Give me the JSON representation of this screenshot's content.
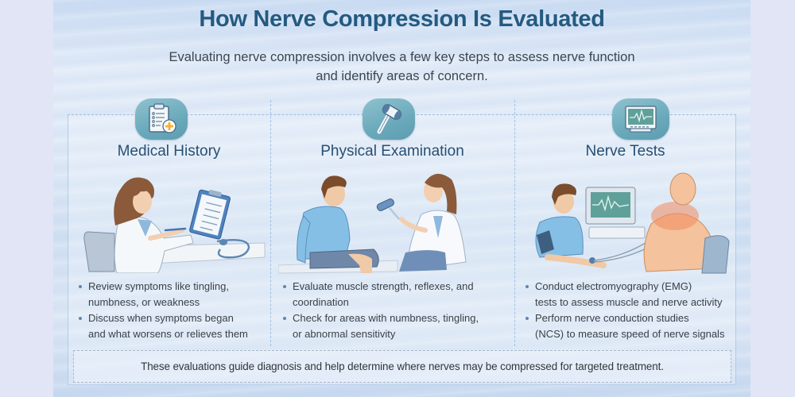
{
  "header": {
    "title": "How Nerve Compression Is Evaluated",
    "subtitle_line1": "Evaluating nerve compression involves a few key steps to assess nerve function",
    "subtitle_line2": "and identify areas of concern."
  },
  "columns": [
    {
      "title": "Medical History",
      "icon": "clipboard-plus-icon",
      "illustration": "doctor-reviewing-clipboard",
      "bullets": [
        {
          "line1": "Review symptoms like tingling,",
          "line2": "numbness, or weakness"
        },
        {
          "line1": "Discuss when symptoms began",
          "line2": "and what worsens or relieves them"
        }
      ]
    },
    {
      "title": "Physical Examination",
      "icon": "reflex-hammer-icon",
      "illustration": "doctor-testing-reflexes",
      "bullets": [
        {
          "line1": "Evaluate muscle strength, reflexes, and",
          "line2": "coordination"
        },
        {
          "line1": "Check for areas with numbness, tingling,",
          "line2": "or abnormal sensitivity"
        }
      ]
    },
    {
      "title": "Nerve Tests",
      "icon": "monitor-waveform-icon",
      "illustration": "patient-emg-test",
      "bullets": [
        {
          "line1": "Conduct electromyography (EMG)",
          "line2": "tests to assess muscle and nerve activity"
        },
        {
          "line1": "Perform nerve conduction studies",
          "line2": "(NCS) to measure speed of nerve signals"
        }
      ]
    }
  ],
  "footer": {
    "text": "These evaluations guide diagnosis and help determine where nerves may be compressed for targeted treatment."
  },
  "colors": {
    "title": "#245a80",
    "column_title": "#264f73",
    "body_text": "#3a4148",
    "icon_tile": "#6aa9ba",
    "accent_orange": "#f3b43a",
    "margin_bg": "#e1e5f5"
  }
}
